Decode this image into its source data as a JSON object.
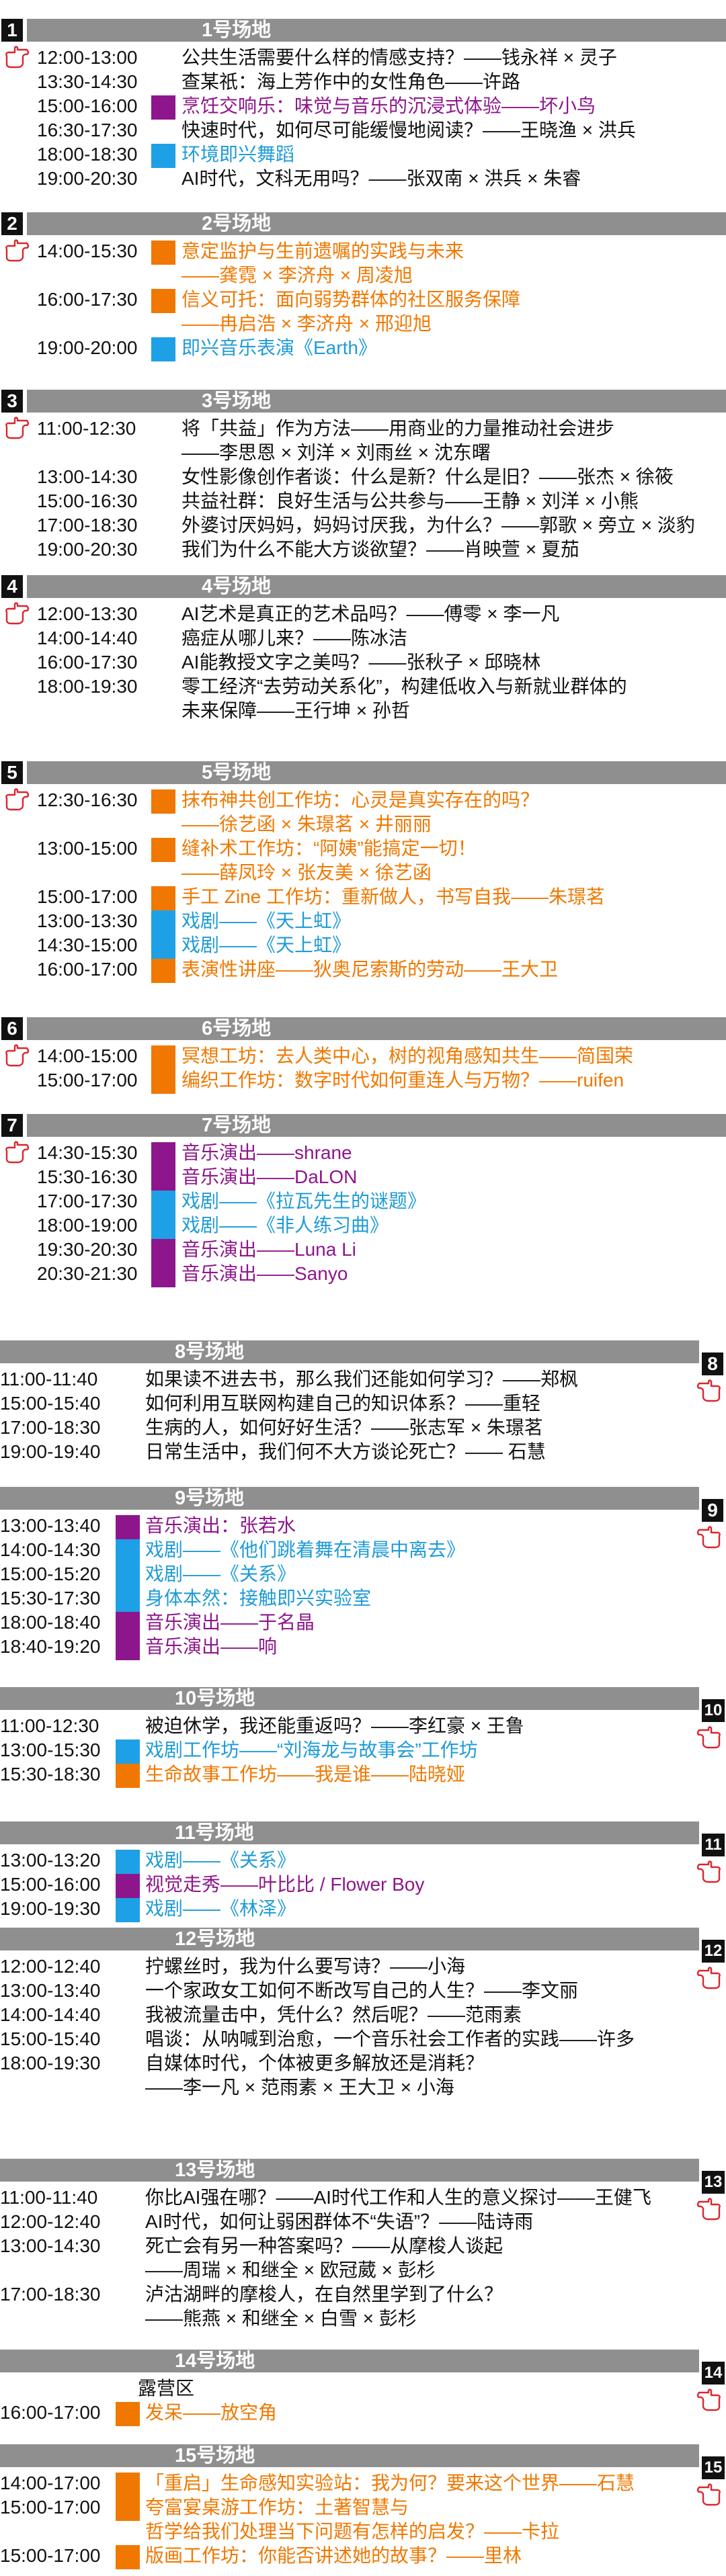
{
  "venues": [
    {
      "num": "1",
      "name": "1号场地",
      "side": "left",
      "sessions": [
        {
          "time": "12:00-13:00",
          "lines": [
            "公共生活需要什么样的情感支持？——钱永祥 × 灵子"
          ],
          "color": "black",
          "block": "none"
        },
        {
          "time": "13:30-14:30",
          "lines": [
            "查某祇：海上芳作中的女性角色——许路"
          ],
          "color": "black",
          "block": "none"
        },
        {
          "time": "15:00-16:00",
          "lines": [
            "烹饪交响乐：味觉与音乐的沉浸式体验——坏小鸟"
          ],
          "color": "purple",
          "block": "purple"
        },
        {
          "time": "16:30-17:30",
          "lines": [
            "快速时代，如何尽可能缓慢地阅读？——王晓渔 × 洪兵"
          ],
          "color": "black",
          "block": "none"
        },
        {
          "time": "18:00-18:30",
          "lines": [
            "环境即兴舞蹈"
          ],
          "color": "blue",
          "block": "blue"
        },
        {
          "time": "19:00-20:30",
          "lines": [
            "AI时代，文科无用吗？——张双南 × 洪兵 × 朱睿"
          ],
          "color": "black",
          "block": "none"
        }
      ]
    },
    {
      "num": "2",
      "name": "2号场地",
      "side": "left",
      "sessions": [
        {
          "time": "14:00-15:30",
          "lines": [
            "意定监护与生前遗嘱的实践与未来",
            "——龚霓 × 李济舟 × 周凌旭"
          ],
          "color": "orange",
          "block": "orange"
        },
        {
          "time": "16:00-17:30",
          "lines": [
            "信义可托：面向弱势群体的社区服务保障",
            "——冉启浩 × 李济舟 × 邢迎旭"
          ],
          "color": "orange",
          "block": "orange"
        },
        {
          "time": "19:00-20:00",
          "lines": [
            "即兴音乐表演《Earth》"
          ],
          "color": "blue",
          "block": "blue"
        }
      ]
    },
    {
      "num": "3",
      "name": "3号场地",
      "side": "left",
      "sessions": [
        {
          "time": "11:00-12:30",
          "lines": [
            "将「共益」作为方法——用商业的力量推动社会进步",
            "——李思恩 × 刘洋 × 刘雨丝 × 沈东曙"
          ],
          "color": "black",
          "block": "none"
        },
        {
          "time": "13:00-14:30",
          "lines": [
            "女性影像创作者谈：什么是新？什么是旧？——张杰 × 徐筱"
          ],
          "color": "black",
          "block": "none"
        },
        {
          "time": "15:00-16:30",
          "lines": [
            "共益社群：良好生活与公共参与——王静 × 刘洋 × 小熊"
          ],
          "color": "black",
          "block": "none"
        },
        {
          "time": "17:00-18:30",
          "lines": [
            "外婆讨厌妈妈，妈妈讨厌我，为什么？——郭歌 × 旁立 × 淡豹"
          ],
          "color": "black",
          "block": "none"
        },
        {
          "time": "19:00-20:30",
          "lines": [
            "我们为什么不能大方谈欲望？——肖映萱 × 夏茄"
          ],
          "color": "black",
          "block": "none"
        }
      ]
    },
    {
      "num": "4",
      "name": "4号场地",
      "side": "left",
      "sessions": [
        {
          "time": "12:00-13:30",
          "lines": [
            "AI艺术是真正的艺术品吗？——傅零 × 李一凡"
          ],
          "color": "black",
          "block": "none"
        },
        {
          "time": "14:00-14:40",
          "lines": [
            "癌症从哪儿来？——陈冰洁"
          ],
          "color": "black",
          "block": "none"
        },
        {
          "time": "16:00-17:30",
          "lines": [
            "AI能教授文字之美吗？——张秋子 × 邱晓林"
          ],
          "color": "black",
          "block": "none"
        },
        {
          "time": "18:00-19:30",
          "lines": [
            "零工经济“去劳动关系化”，构建低收入与新就业群体的",
            "未来保障——王行坤 × 孙哲"
          ],
          "color": "black",
          "block": "none"
        }
      ]
    },
    {
      "num": "5",
      "name": "5号场地",
      "side": "left",
      "sessions": [
        {
          "time": "12:30-16:30",
          "lines": [
            "抹布神共创工作坊：心灵是真实存在的吗？",
            "——徐艺函 × 朱璟茗 × 井丽丽"
          ],
          "color": "orange",
          "block": "orange"
        },
        {
          "time": "13:00-15:00",
          "lines": [
            "缝补术工作坊：“阿姨”能搞定一切！",
            "——薛凤玲 × 张友美 × 徐艺函"
          ],
          "color": "orange",
          "block": "orange"
        },
        {
          "time": "15:00-17:00",
          "lines": [
            "手工 Zine 工作坊：重新做人，书写自我——朱璟茗"
          ],
          "color": "orange",
          "block": "orange"
        },
        {
          "time": "13:00-13:30",
          "lines": [
            "戏剧——《天上虹》"
          ],
          "color": "blue",
          "block": "blue"
        },
        {
          "time": "14:30-15:00",
          "lines": [
            "戏剧——《天上虹》"
          ],
          "color": "blue",
          "block": "blue"
        },
        {
          "time": "16:00-17:00",
          "lines": [
            "表演性讲座——狄奥尼索斯的劳动——王大卫"
          ],
          "color": "orange",
          "block": "orange"
        }
      ]
    },
    {
      "num": "6",
      "name": "6号场地",
      "side": "left",
      "sessions": [
        {
          "time": "14:00-15:00",
          "lines": [
            "冥想工坊：去人类中心，树的视角感知共生——简国荣"
          ],
          "color": "orange",
          "block": "orange"
        },
        {
          "time": "15:00-17:00",
          "lines": [
            "编织工作坊：数字时代如何重连人与万物？——ruifen"
          ],
          "color": "orange",
          "block": "orange"
        }
      ]
    },
    {
      "num": "7",
      "name": "7号场地",
      "side": "left",
      "sessions": [
        {
          "time": "14:30-15:30",
          "lines": [
            "音乐演出——shrane"
          ],
          "color": "purple",
          "block": "purple"
        },
        {
          "time": "15:30-16:30",
          "lines": [
            "音乐演出——DaLON"
          ],
          "color": "purple",
          "block": "purple"
        },
        {
          "time": "17:00-17:30",
          "lines": [
            "戏剧——《拉瓦先生的谜题》"
          ],
          "color": "blue",
          "block": "blue"
        },
        {
          "time": "18:00-19:00",
          "lines": [
            "戏剧——《非人练习曲》"
          ],
          "color": "blue",
          "block": "blue"
        },
        {
          "time": "19:30-20:30",
          "lines": [
            "音乐演出——Luna Li"
          ],
          "color": "purple",
          "block": "purple"
        },
        {
          "time": "20:30-21:30",
          "lines": [
            "音乐演出——Sanyo"
          ],
          "color": "purple",
          "block": "purple"
        }
      ]
    },
    {
      "num": "8",
      "name": "8号场地",
      "side": "right",
      "sessions": [
        {
          "time": "11:00-11:40",
          "lines": [
            "如果读不进去书，那么我们还能如何学习？——郑枫"
          ],
          "color": "black",
          "block": "none"
        },
        {
          "time": "15:00-15:40",
          "lines": [
            "如何利用互联网构建自己的知识体系？——重轻"
          ],
          "color": "black",
          "block": "none"
        },
        {
          "time": "17:00-18:30",
          "lines": [
            "生病的人，如何好好生活？——张志军 × 朱璟茗"
          ],
          "color": "black",
          "block": "none"
        },
        {
          "time": "19:00-19:40",
          "lines": [
            "日常生活中，我们何不大方谈论死亡？—— 石慧"
          ],
          "color": "black",
          "block": "none"
        }
      ]
    },
    {
      "num": "9",
      "name": "9号场地",
      "side": "right",
      "sessions": [
        {
          "time": "13:00-13:40",
          "lines": [
            "音乐演出：张若水"
          ],
          "color": "purple",
          "block": "purple"
        },
        {
          "time": "14:00-14:30",
          "lines": [
            "戏剧——《他们跳着舞在清晨中离去》"
          ],
          "color": "blue",
          "block": "blue"
        },
        {
          "time": "15:00-15:20",
          "lines": [
            "戏剧——《关系》"
          ],
          "color": "blue",
          "block": "blue"
        },
        {
          "time": "15:30-17:30",
          "lines": [
            "身体本然：接触即兴实验室"
          ],
          "color": "blue",
          "block": "blue"
        },
        {
          "time": "18:00-18:40",
          "lines": [
            "音乐演出——于名晶"
          ],
          "color": "purple",
          "block": "purple"
        },
        {
          "time": "18:40-19:20",
          "lines": [
            "音乐演出——响"
          ],
          "color": "purple",
          "block": "purple"
        }
      ]
    },
    {
      "num": "10",
      "name": "10号场地",
      "side": "right",
      "sessions": [
        {
          "time": "11:00-12:30",
          "lines": [
            "被迫休学，我还能重返吗？——李红豪 × 王鲁"
          ],
          "color": "black",
          "block": "none"
        },
        {
          "time": "13:00-15:30",
          "lines": [
            "戏剧工作坊——“刘海龙与故事会”工作坊"
          ],
          "color": "blue",
          "block": "blue"
        },
        {
          "time": "15:30-18:30",
          "lines": [
            "生命故事工作坊——我是谁——陆晓娅"
          ],
          "color": "orange",
          "block": "orange"
        }
      ]
    },
    {
      "num": "11",
      "name": "11号场地",
      "side": "right",
      "sessions": [
        {
          "time": "13:00-13:20",
          "lines": [
            "戏剧——《关系》"
          ],
          "color": "blue",
          "block": "blue"
        },
        {
          "time": "15:00-16:00",
          "lines": [
            "视觉走秀——叶比比 / Flower Boy"
          ],
          "color": "purple",
          "block": "purple"
        },
        {
          "time": "19:00-19:30",
          "lines": [
            "戏剧——《林泽》"
          ],
          "color": "blue",
          "block": "blue"
        }
      ]
    },
    {
      "num": "12",
      "name": "12号场地",
      "side": "right",
      "sessions": [
        {
          "time": "12:00-12:40",
          "lines": [
            "拧螺丝时，我为什么要写诗？——小海"
          ],
          "color": "black",
          "block": "none"
        },
        {
          "time": "13:00-13:40",
          "lines": [
            "一个家政女工如何不断改写自己的人生？——李文丽"
          ],
          "color": "black",
          "block": "none"
        },
        {
          "time": "14:00-14:40",
          "lines": [
            "我被流量击中，凭什么？然后呢？——范雨素"
          ],
          "color": "black",
          "block": "none"
        },
        {
          "time": "15:00-15:40",
          "lines": [
            "唱谈：从呐喊到治愈，一个音乐社会工作者的实践——许多"
          ],
          "color": "black",
          "block": "none"
        },
        {
          "time": "18:00-19:30",
          "lines": [
            "自媒体时代，个体被更多解放还是消耗？",
            "——李一凡 × 范雨素 × 王大卫 × 小海"
          ],
          "color": "black",
          "block": "none"
        }
      ]
    },
    {
      "num": "13",
      "name": "13号场地",
      "side": "right",
      "sessions": [
        {
          "time": "11:00-11:40",
          "lines": [
            "你比AI强在哪？——AI时代工作和人生的意义探讨——王健飞"
          ],
          "color": "black",
          "block": "none"
        },
        {
          "time": "12:00-12:40",
          "lines": [
            "AI时代，如何让弱困群体不“失语”？——陆诗雨"
          ],
          "color": "black",
          "block": "none"
        },
        {
          "time": "13:00-14:30",
          "lines": [
            "死亡会有另一种答案吗？——从摩梭人谈起",
            "——周瑞 × 和继全 × 欧冠葳 × 彭杉"
          ],
          "color": "black",
          "block": "none"
        },
        {
          "time": "17:00-18:30",
          "lines": [
            "泸沽湖畔的摩梭人，在自然里学到了什么？",
            "——熊燕 × 和继全 × 白雪 × 彭杉"
          ],
          "color": "black",
          "block": "none"
        }
      ]
    },
    {
      "num": "14",
      "name": "14号场地",
      "side": "right",
      "pre": "露营区",
      "sessions": [
        {
          "time": "16:00-17:00",
          "lines": [
            "发呆——放空角"
          ],
          "color": "orange",
          "block": "orange"
        }
      ]
    },
    {
      "num": "15",
      "name": "15号场地",
      "side": "right",
      "sessions": [
        {
          "time": "14:00-17:00",
          "lines": [
            "「重启」生命感知实验站：我为何？要来这个世界——石慧"
          ],
          "color": "orange",
          "block": "orange"
        },
        {
          "time": "15:00-17:00",
          "lines": [
            "夸富宴桌游工作坊：土著智慧与",
            "哲学给我们处理当下问题有怎样的启发？——卡拉"
          ],
          "color": "orange",
          "block": "orange"
        },
        {
          "time": "15:00-17:00",
          "lines": [
            "版画工作坊：你能否讲述她的故事？——里林"
          ],
          "color": "orange",
          "block": "orange"
        }
      ]
    }
  ]
}
